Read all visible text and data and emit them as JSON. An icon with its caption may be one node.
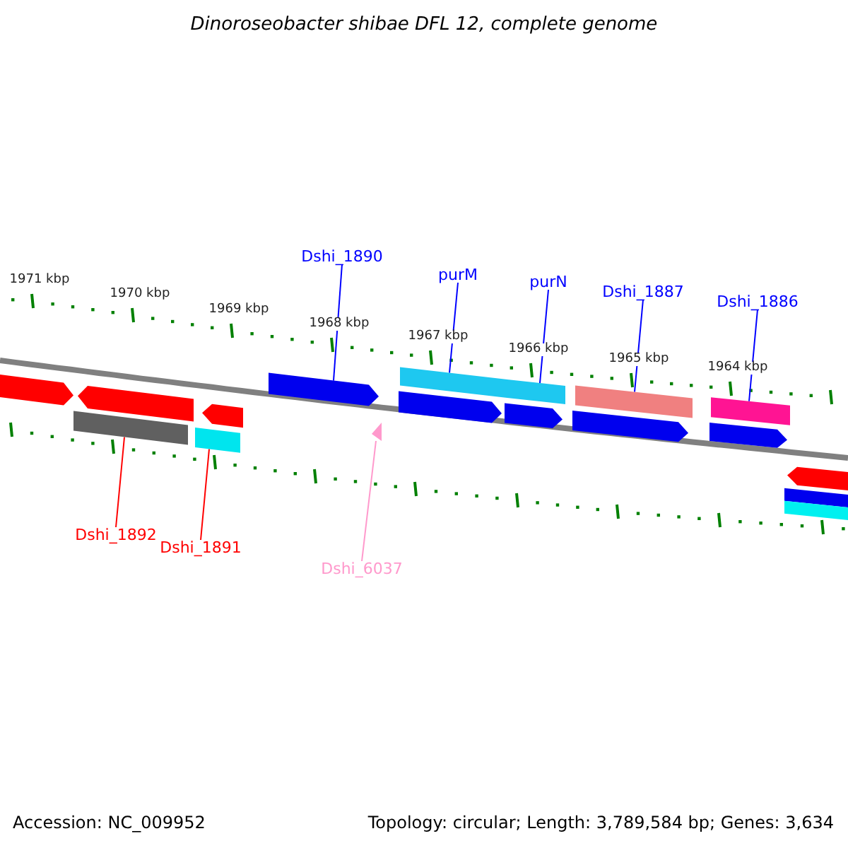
{
  "diagram": {
    "title": "Dinoroseobacter shibae DFL 12, complete genome",
    "nodes": [
      {
        "text": [
          "Dshi_1890"
        ]
      },
      {
        "text": [
          "purM"
        ]
      },
      {
        "text": [
          "purN"
        ]
      },
      {
        "text": [
          "Dshi_1887"
        ]
      },
      {
        "text": [
          "Dshi_1886"
        ]
      },
      {
        "text": [],
        "shape": "arrow"
      },
      {
        "text": [],
        "shape": "bar"
      },
      {
        "text": [],
        "shape": "arrow"
      },
      {
        "text": [],
        "shape": "arrow"
      },
      {
        "text": [],
        "shape": "bar"
      },
      {
        "text": [],
        "shape": "arrow"
      },
      {
        "text": [],
        "shape": "triangle"
      },
      {
        "text": [],
        "shape": "bar"
      },
      {
        "text": [],
        "shape": "arrow"
      },
      {
        "text": [],
        "shape": "bar"
      },
      {
        "text": [],
        "shape": "arrow"
      },
      {
        "text": [],
        "shape": "bar"
      },
      {
        "text": [],
        "shape": "arrow"
      },
      {
        "text": [],
        "shape": "bar"
      },
      {
        "text": [],
        "shape": "arrow"
      },
      {
        "text": [],
        "shape": "arrow"
      },
      {
        "text": [],
        "shape": "bar"
      },
      {
        "text": [],
        "shape": "bar"
      },
      {
        "text": [
          "Dshi_1892"
        ]
      },
      {
        "text": [
          "Dshi_1891"
        ]
      },
      {
        "text": [
          "Dshi_6037"
        ]
      }
    ],
    "edges": [
      {
        "from": 0,
        "to": 10,
        "arrow": "none"
      },
      {
        "from": 1,
        "to": 12,
        "arrow": "none"
      },
      {
        "from": 2,
        "to": 14,
        "arrow": "none"
      },
      {
        "from": 3,
        "to": 16,
        "arrow": "none"
      },
      {
        "from": 4,
        "to": 18,
        "arrow": "none"
      },
      {
        "from": 23,
        "to": 6,
        "arrow": "none",
        "color": "#ff0000"
      },
      {
        "from": 24,
        "to": 9,
        "arrow": "none",
        "color": "#ff0000"
      },
      {
        "from": 25,
        "to": 11,
        "arrow": "none",
        "color": "#ff99cc"
      }
    ],
    "labels": [
      "1971 kbp",
      "1970 kbp",
      "1969 kbp",
      "1968 kbp",
      "1967 kbp",
      "1966 kbp",
      "1965 kbp",
      "1964 kbp",
      "Accession: NC_009952",
      "Topology: circular; Length: 3,789,584 bp; Genes: 3,634"
    ]
  }
}
